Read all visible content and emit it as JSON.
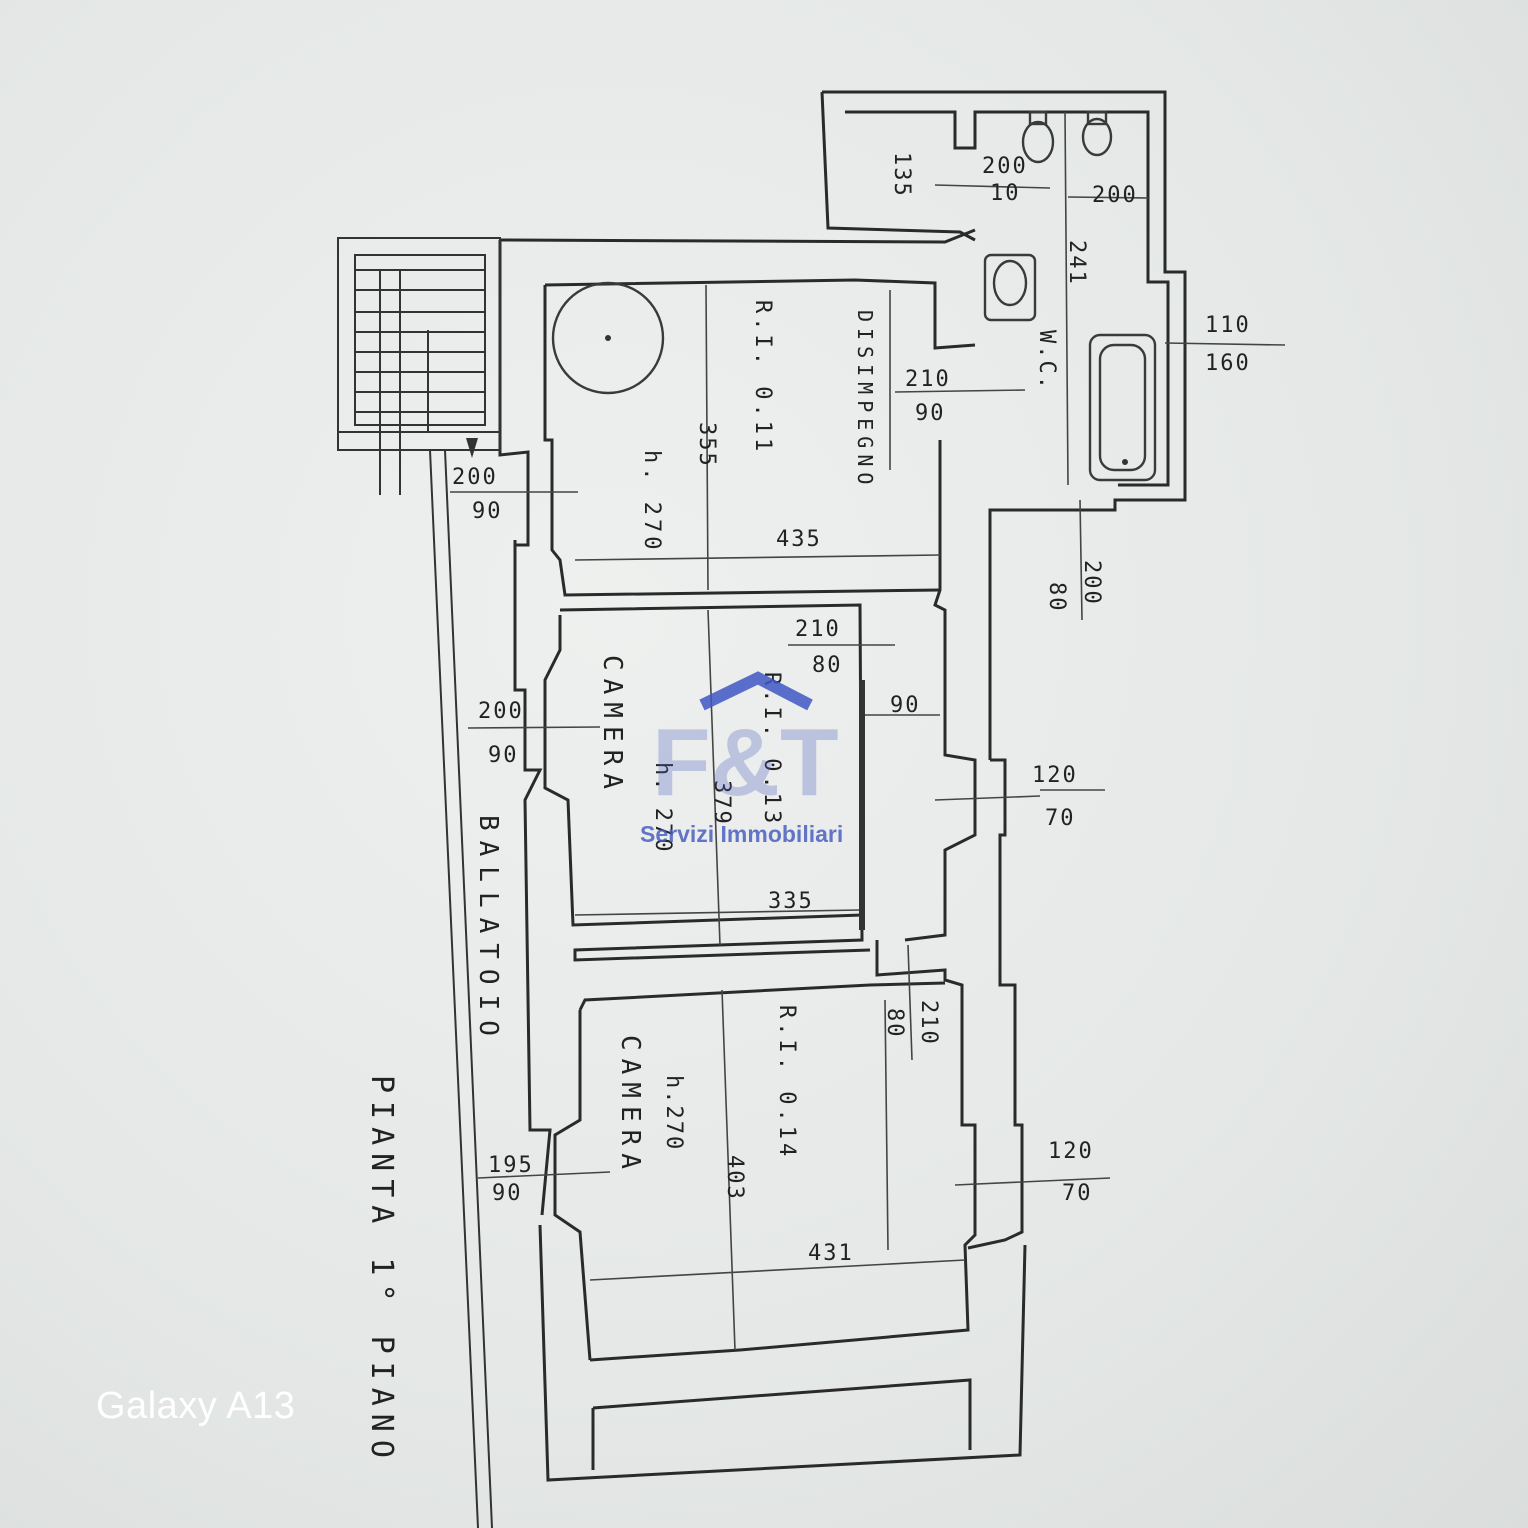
{
  "watermark": {
    "brand": "F&T",
    "subtitle": "Servizi Immobiliari",
    "color": "#3f58c4"
  },
  "camera_watermark": "Galaxy A13",
  "title": "PIANTA 1° PIANO",
  "rooms": {
    "ripostiglio": {
      "dim_a": "135"
    },
    "wc": {
      "label": "W.C.",
      "dim_a": "200",
      "dim_b": "241"
    },
    "disimpegno": {
      "label": "DISIMPEGNO"
    },
    "room_011": {
      "ri": "R.I. 0.11",
      "height": "h. 270",
      "dim_a": "355",
      "dim_b": "435"
    },
    "camera_013": {
      "label": "CAMERA",
      "ri": "R.I. 0.13",
      "height": "h. 270",
      "dim_a": "379",
      "dim_b": "335"
    },
    "camera_014": {
      "label": "CAMERA",
      "ri": "R.I. 0.14",
      "height": "h.270",
      "dim_a": "403",
      "dim_b": "431"
    },
    "ballatoio": {
      "label": "BALLATOIO"
    }
  },
  "openings": [
    {
      "top": "200",
      "bottom": "10"
    },
    {
      "top": "110",
      "bottom": "160"
    },
    {
      "top": "210",
      "bottom": "90"
    },
    {
      "top": "200",
      "bottom": "90"
    },
    {
      "top": "200",
      "bottom": "80"
    },
    {
      "top": "210",
      "bottom": "80"
    },
    {
      "top": "",
      "bottom": "90"
    },
    {
      "top": "200",
      "bottom": "90"
    },
    {
      "top": "120",
      "bottom": "70"
    },
    {
      "top": "210",
      "bottom": "80"
    },
    {
      "top": "195",
      "bottom": "90"
    },
    {
      "top": "120",
      "bottom": "70"
    }
  ]
}
